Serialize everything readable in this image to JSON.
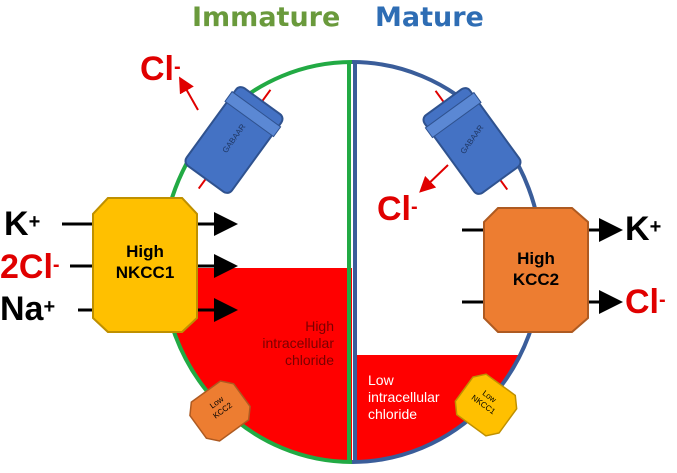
{
  "header": {
    "immature": "Immature",
    "mature": "Mature"
  },
  "colors": {
    "immature": "#6a9a3c",
    "mature": "#2e6db4",
    "chloride_ion": "#e00000",
    "circle_left": "#22aa44",
    "circle_right": "#3a5d9a",
    "cell_fill_red": "#ff0000",
    "nkcc1": "#ffc000",
    "kcc2": "#ed7d31",
    "receptor": "#4472c4"
  },
  "ions": {
    "left_cl": "Cl",
    "left_cl_charge": "-",
    "right_cl_top": "Cl",
    "right_cl_top_charge": "-",
    "k_left": "K",
    "k_left_charge": "+",
    "two_cl": "2Cl",
    "two_cl_charge": "-",
    "na": "Na",
    "na_charge": "+",
    "k_right": "K",
    "k_right_charge": "+",
    "cl_right": "Cl",
    "cl_right_charge": "-"
  },
  "transporters": {
    "nkcc1_line1": "High",
    "nkcc1_line2": "NKCC1",
    "kcc2_line1": "High",
    "kcc2_line2": "KCC2",
    "low_kcc2_line1": "Low",
    "low_kcc2_line2": "KCC2",
    "low_nkcc1_line1": "Low",
    "low_nkcc1_line2": "NKCC1"
  },
  "receptors": {
    "left": "GABAAR",
    "right": "GABAAR"
  },
  "chloride": {
    "high_line1": "High",
    "high_line2": "intracellular",
    "high_line3": "chloride",
    "low_line1": "Low",
    "low_line2": "intracellular",
    "low_line3": "chloride"
  }
}
